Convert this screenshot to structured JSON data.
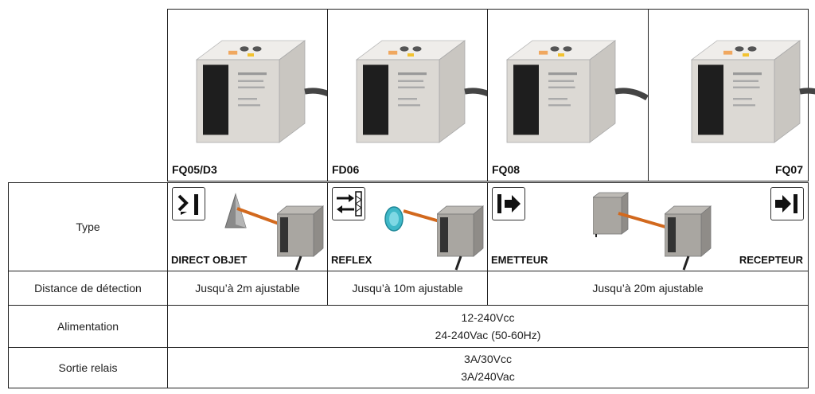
{
  "header": {
    "models": [
      "FQ05/D3",
      "FD06",
      "FQ08",
      "FQ07"
    ]
  },
  "rows": {
    "type": {
      "label": "Type",
      "names": [
        "DIRECT OBJET",
        "REFLEX",
        "EMETTEUR",
        "RECEPTEUR"
      ]
    },
    "distance": {
      "label": "Distance de détection",
      "values": [
        "Jusqu’à 2m ajustable",
        "Jusqu’à 10m ajustable",
        "Jusqu’à 20m ajustable"
      ]
    },
    "alimentation": {
      "label": "Alimentation",
      "lines": [
        "12-240Vcc",
        "24-240Vac (50-60Hz)"
      ]
    },
    "sortie": {
      "label": "Sortie relais",
      "lines": [
        "3A/30Vcc",
        "3A/240Vac"
      ]
    }
  },
  "colors": {
    "border": "#222222",
    "sensor_body": "#dcd9d4",
    "sensor_lens": "#1e1e1e",
    "beam": "#d2691e",
    "reflector": "#3fb8c8"
  }
}
